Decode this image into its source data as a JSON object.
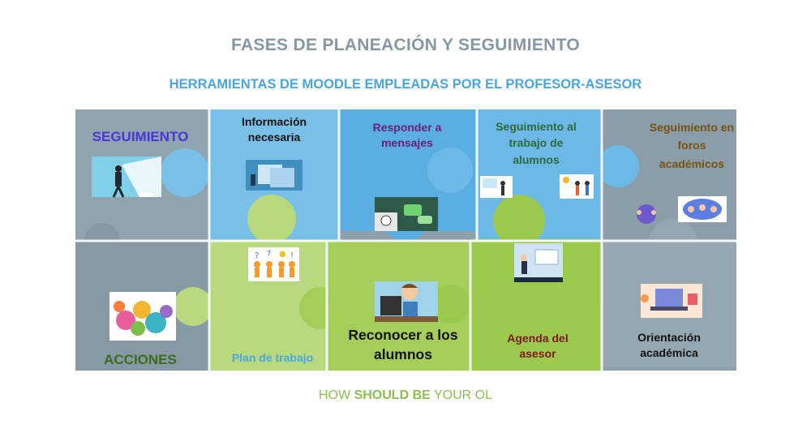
{
  "header": {
    "title": "FASES DE PLANEACIÓN Y SEGUIMIENTO",
    "subtitle": "HERRAMIENTAS DE MOODLE EMPLEADAS POR EL PROFESOR-ASESOR"
  },
  "rows": {
    "top": "SEGUIMIENTO",
    "bottom": "ACCIONES"
  },
  "pieces": {
    "info": "Información necesaria",
    "responder": "Responder a mensajes",
    "seguimiento_trabajo": "Seguimiento al trabajo de alumnos",
    "seguimiento_foros": "Seguimiento en foros académicos",
    "plan": "Plan de trabajo",
    "reconocer": "Reconocer a los alumnos",
    "agenda": "Agenda del asesor",
    "orientacion": "Orientación académica"
  },
  "footer": {
    "prefix": "HOW",
    "bold": "SHOULD BE",
    "suffix": "YOUR OL"
  },
  "colors": {
    "gray_piece": "#8ea0ab",
    "blue_light": "#72bde6",
    "blue_mid": "#58aee0",
    "green_light": "#b7d77c",
    "green_mid": "#9cc84e",
    "title": "#8398a3",
    "subtitle": "#4aa6dc",
    "accent_green": "#8cc04f"
  }
}
